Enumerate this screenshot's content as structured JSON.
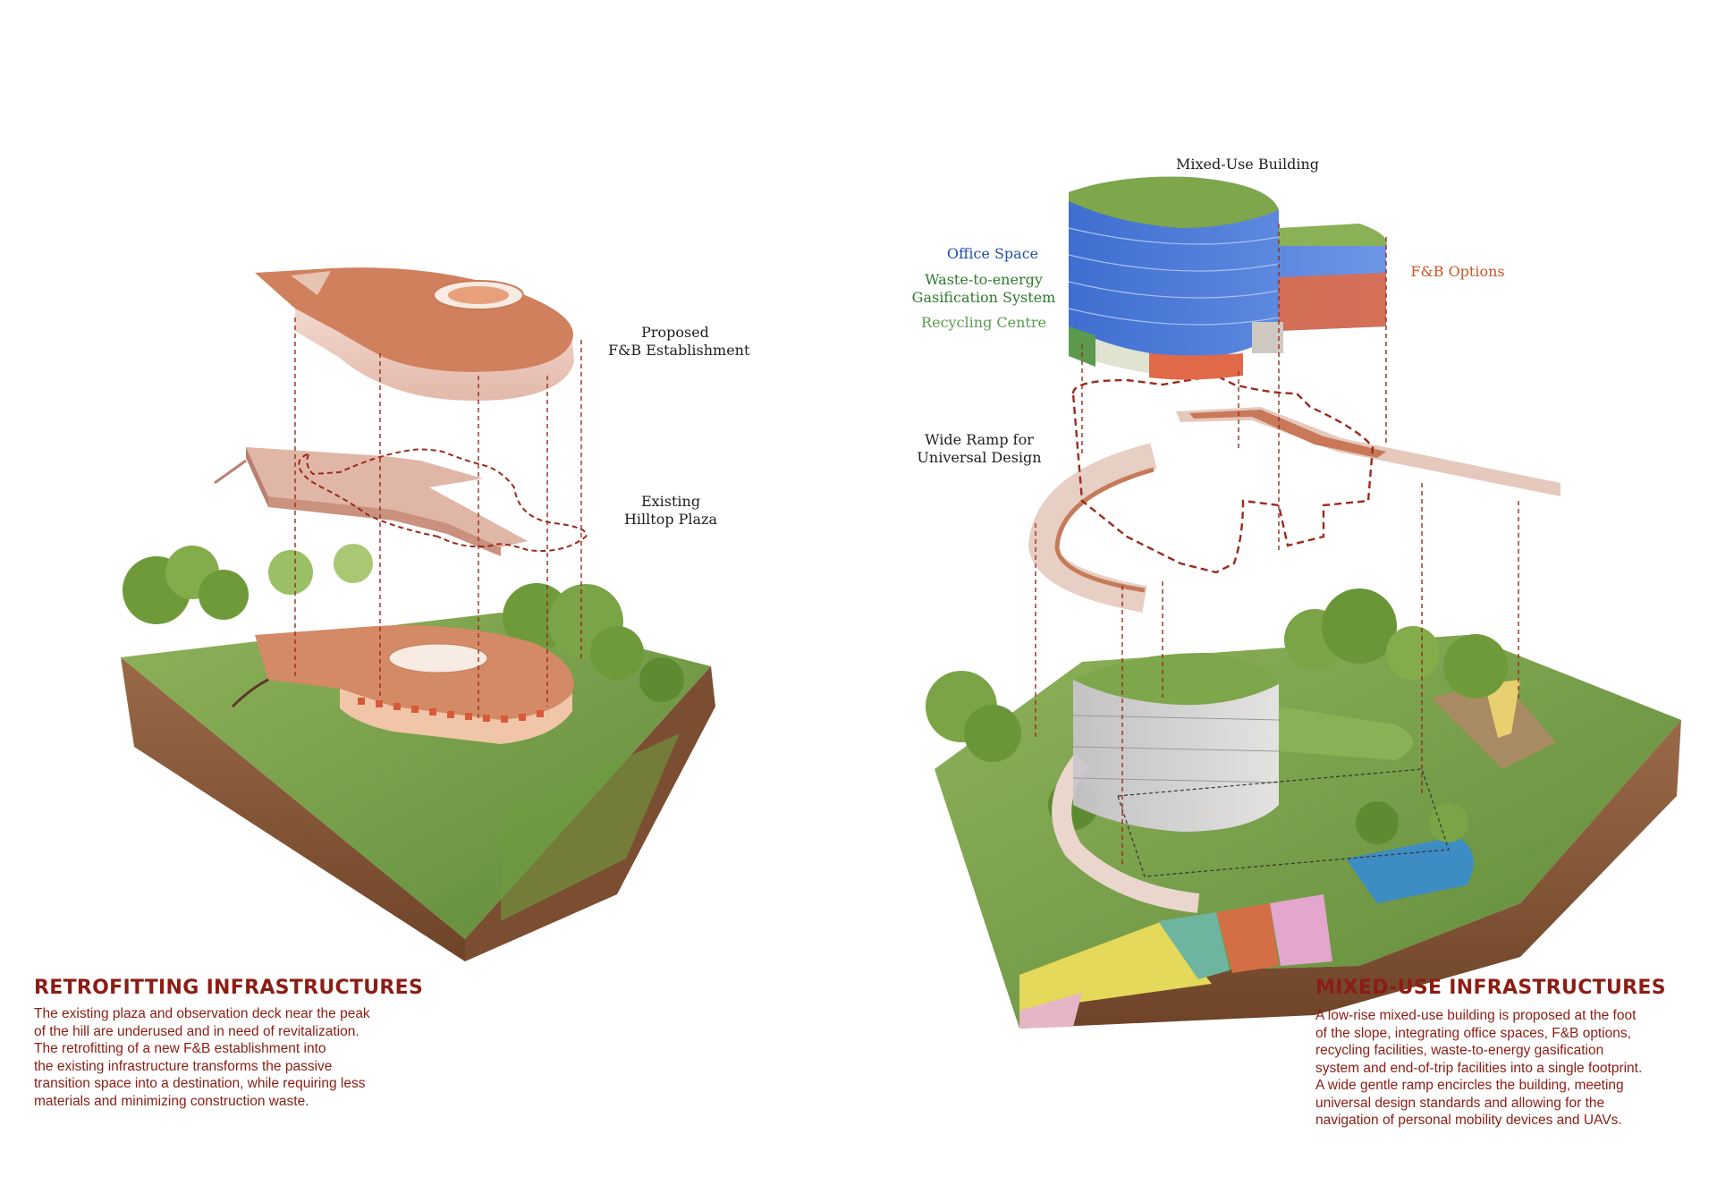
{
  "left_panel": {
    "labels": {
      "proposed_fb": [
        "Proposed",
        "F&B Establishment"
      ],
      "existing_plaza": [
        "Existing",
        "Hilltop Plaza"
      ]
    },
    "heading": "RETROFITTING INFRASTRUCTURES",
    "body_lines": [
      "The existing plaza and observation deck near the peak",
      "of the hill are underused and in need of revitalization.",
      "The retrofitting of a new F&B establishment into",
      "the existing infrastructure transforms the passive",
      "transition space into a destination, while requiring less",
      "materials and minimizing construction waste."
    ]
  },
  "right_panel": {
    "labels": {
      "mixed_use_building": "Mixed-Use Building",
      "office_space": "Office Space",
      "waste_to_energy": [
        "Waste-to-energy",
        "Gasification System"
      ],
      "recycling_centre": "Recycling Centre",
      "fb_options": "F&B Options",
      "wide_ramp": [
        "Wide Ramp for",
        "Universal Design"
      ]
    },
    "heading": "MIXED-USE INFRASTRUCTURES",
    "body_lines": [
      "A low-rise mixed-use building is proposed at the foot",
      "of the slope, integrating office spaces, F&B options,",
      "recycling facilities, waste-to-energy gasification",
      "system and end-of-trip facilities into a single footprint.",
      "A wide gentle ramp encircles the building, meeting",
      "universal design standards and allowing for the",
      "navigation of personal mobility devices and UAVs."
    ]
  },
  "colors": {
    "accent_red": "#8b1d14",
    "office_blue": "#1f4fa8",
    "waste_green": "#2f7a2c",
    "recycling_green": "#5b9a4f",
    "fb_orange": "#d0532a",
    "terracotta": "#c9785a",
    "soil": "#8a5a3c",
    "grass": "#7aa24a"
  }
}
